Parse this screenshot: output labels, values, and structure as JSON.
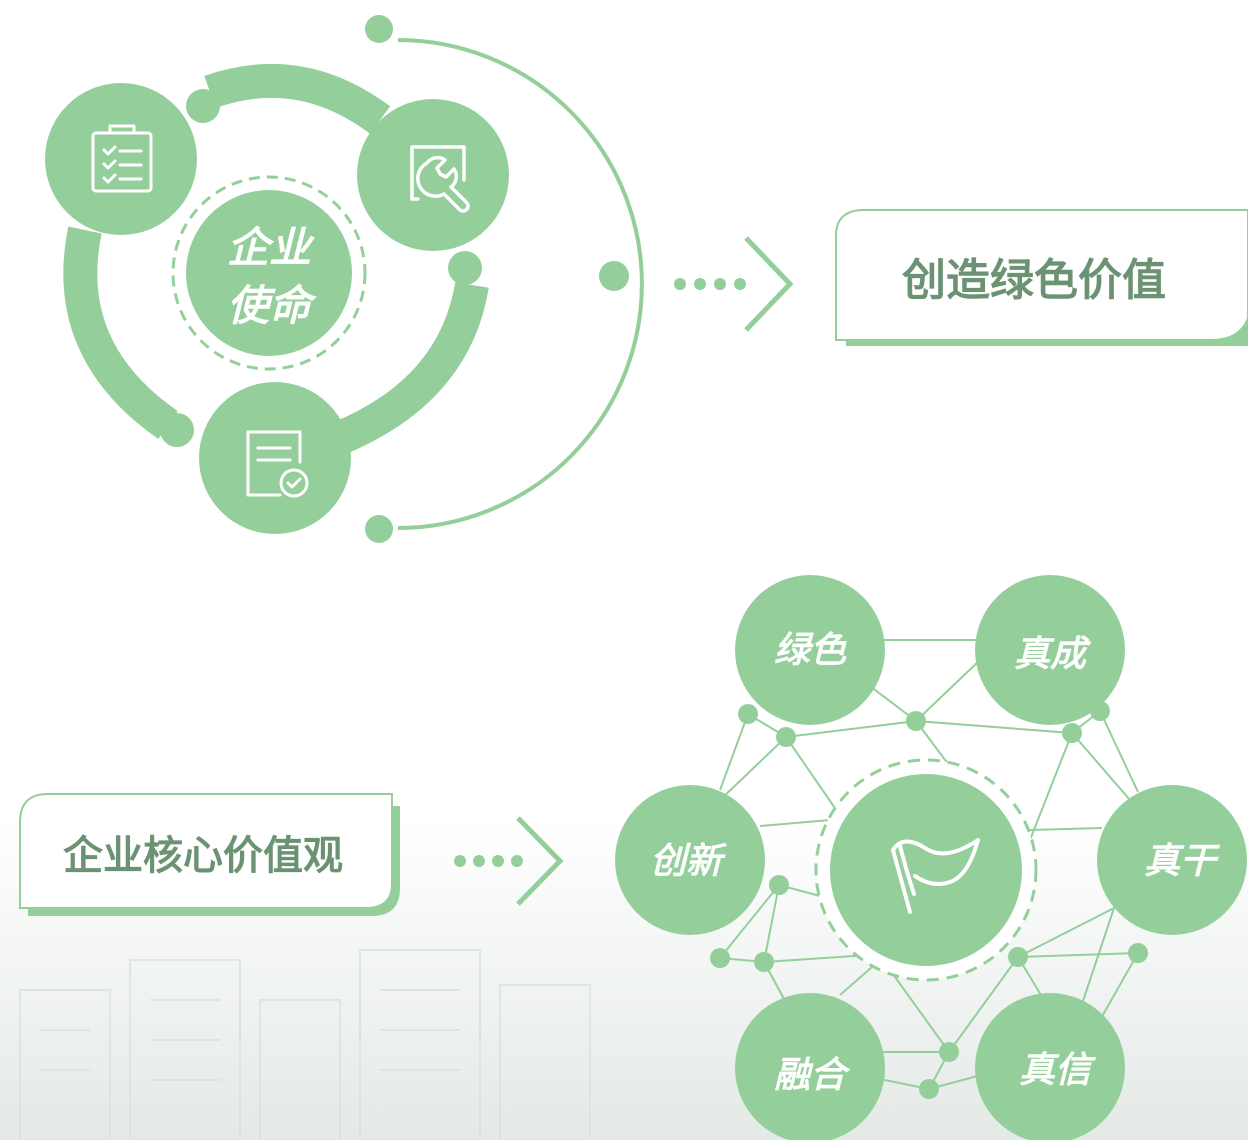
{
  "mission": {
    "center_line1": "企业",
    "center_line2": "使命",
    "icons": [
      "clipboard-checklist-icon",
      "search-wrench-icon",
      "document-check-icon"
    ],
    "result_label": "创造绿色价值"
  },
  "values": {
    "box_label": "企业核心价值观",
    "center_icon": "flag-icon",
    "nodes": [
      "绿色",
      "真成",
      "真干",
      "真信",
      "融合",
      "创新"
    ]
  },
  "colors": {
    "green": "#94cf9b",
    "text_green": "#6b9272"
  }
}
